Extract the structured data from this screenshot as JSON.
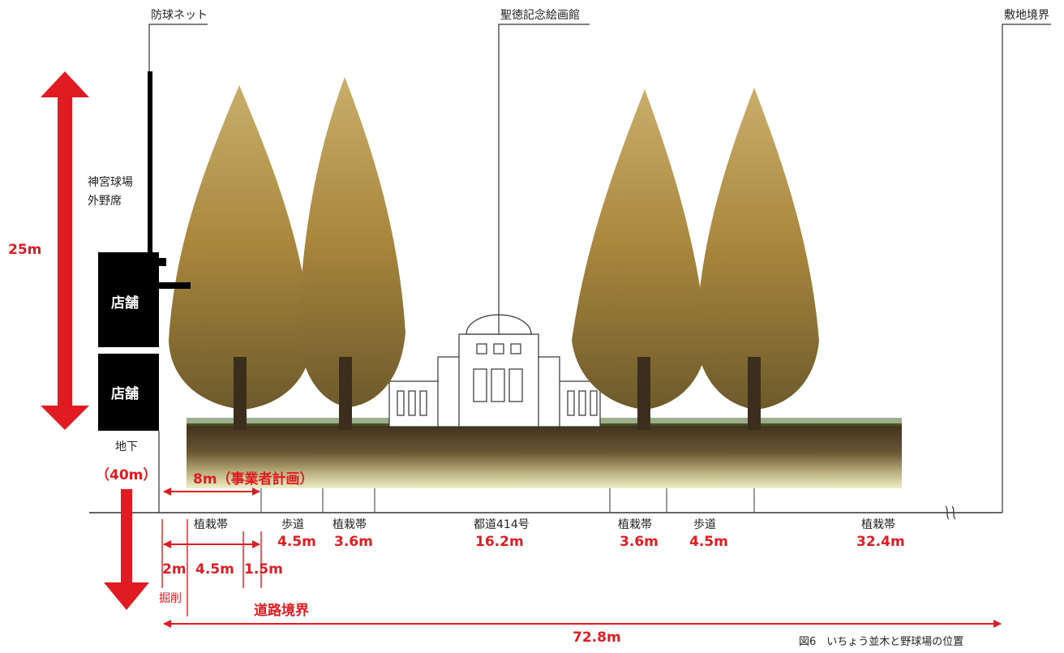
{
  "colors": {
    "accent": "#e01b22",
    "black": "#000000",
    "tree_foliage": "#a8863c",
    "tree_foliage_light": "#c8ad66",
    "soil": "#4a3a22",
    "grass": "#e9ecc4"
  },
  "callouts": {
    "net": "防球ネット",
    "museum": "聖徳記念絵画館",
    "site_boundary": "敷地境界"
  },
  "stadium": {
    "label_line1": "神宮球場",
    "label_line2": "外野席",
    "shop_upper": "店舗",
    "shop_lower": "店舗",
    "basement": "地下"
  },
  "heights": {
    "above": "25m",
    "below": "（40m）"
  },
  "plan": {
    "operator_plan": "8m（事業者計画）",
    "excavation": "掘削",
    "road_boundary": "道路境界",
    "total_width": "72.8m"
  },
  "zones": [
    {
      "name": "植栽帯",
      "value": ""
    },
    {
      "name": "歩道",
      "value": "4.5m"
    },
    {
      "name": "植栽帯",
      "value": "3.6m"
    },
    {
      "name": "都道414号",
      "value": "16.2m"
    },
    {
      "name": "植栽帯",
      "value": "3.6m"
    },
    {
      "name": "歩道",
      "value": "4.5m"
    },
    {
      "name": "植栽帯",
      "value": "32.4m"
    }
  ],
  "sub_dims": [
    "2m",
    "4.5m",
    "1.5m"
  ],
  "caption": "図6　いちょう並木と野球場の位置"
}
